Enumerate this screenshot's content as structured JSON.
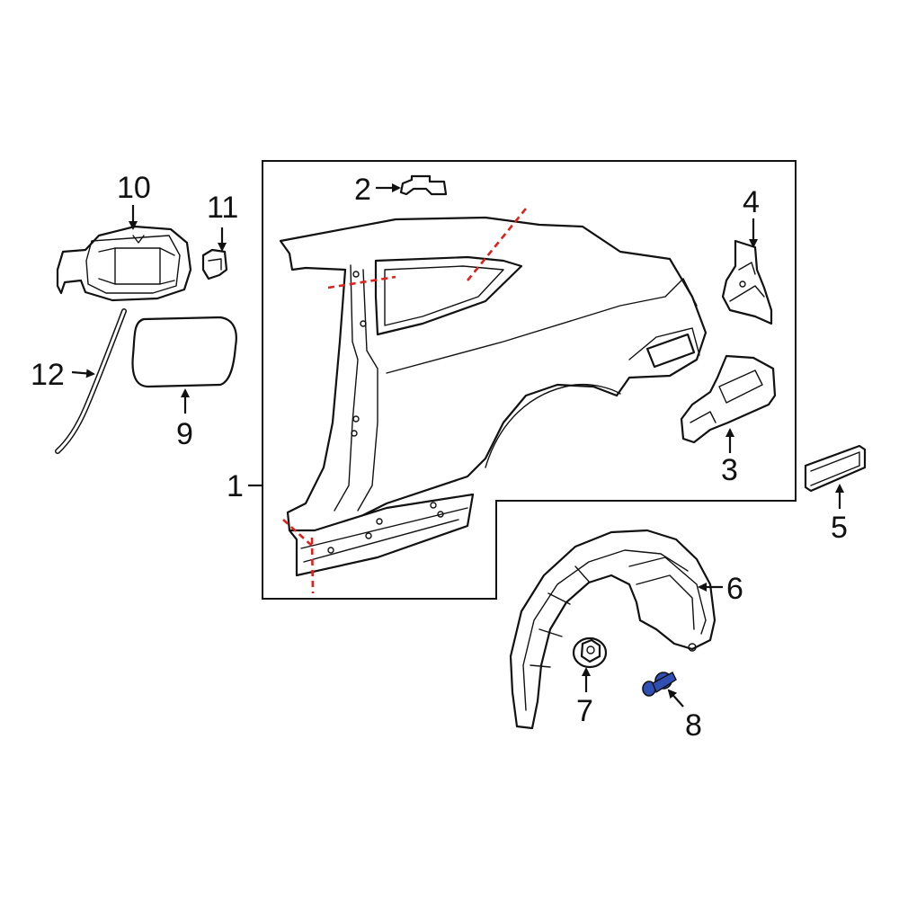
{
  "colors": {
    "line": "#111111",
    "background": "#ffffff",
    "cut_line": "#e0201b",
    "highlight_part": "#2f4fb5"
  },
  "callouts": [
    {
      "id": "1",
      "text": "1"
    },
    {
      "id": "2",
      "text": "2"
    },
    {
      "id": "3",
      "text": "3"
    },
    {
      "id": "4",
      "text": "4"
    },
    {
      "id": "5",
      "text": "5"
    },
    {
      "id": "6",
      "text": "6"
    },
    {
      "id": "7",
      "text": "7"
    },
    {
      "id": "8",
      "text": "8"
    },
    {
      "id": "9",
      "text": "9"
    },
    {
      "id": "10",
      "text": "10"
    },
    {
      "id": "11",
      "text": "11"
    },
    {
      "id": "12",
      "text": "12"
    }
  ],
  "highlighted_callout": "8"
}
